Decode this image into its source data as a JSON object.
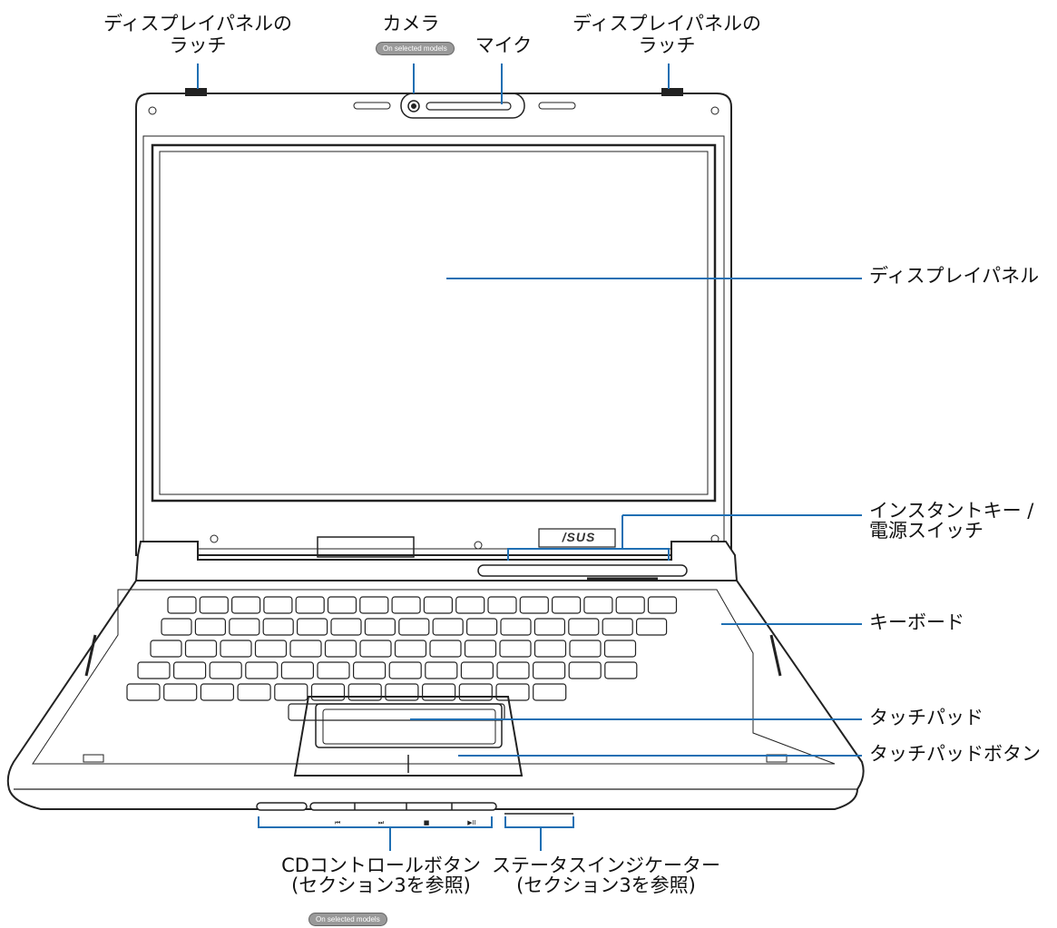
{
  "labels": {
    "latch_left": [
      "ディスプレイパネルの",
      "ラッチ"
    ],
    "camera": "カメラ",
    "microphone": "マイク",
    "latch_right": [
      "ディスプレイパネルの",
      "ラッチ"
    ],
    "display_panel": "ディスプレイパネル",
    "instant_keys": [
      "インスタントキー /",
      "電源スイッチ"
    ],
    "keyboard": "キーボード",
    "touchpad": "タッチパッド",
    "touchpad_buttons": "タッチパッドボタン",
    "cd_control": [
      "CDコントロールボタン",
      "(セクション3を参照)"
    ],
    "status_indicators": [
      "ステータスインジケーター",
      "(セクション3を参照)"
    ]
  },
  "badges": {
    "camera_badge": "On selected models",
    "cd_badge": "On selected models"
  },
  "logo_text": "/SUS",
  "media_button_glyphs": [
    "⏮",
    "⏭",
    "■",
    "▶II"
  ],
  "colors": {
    "leader": "#1f6fb3",
    "outline": "#222222"
  }
}
